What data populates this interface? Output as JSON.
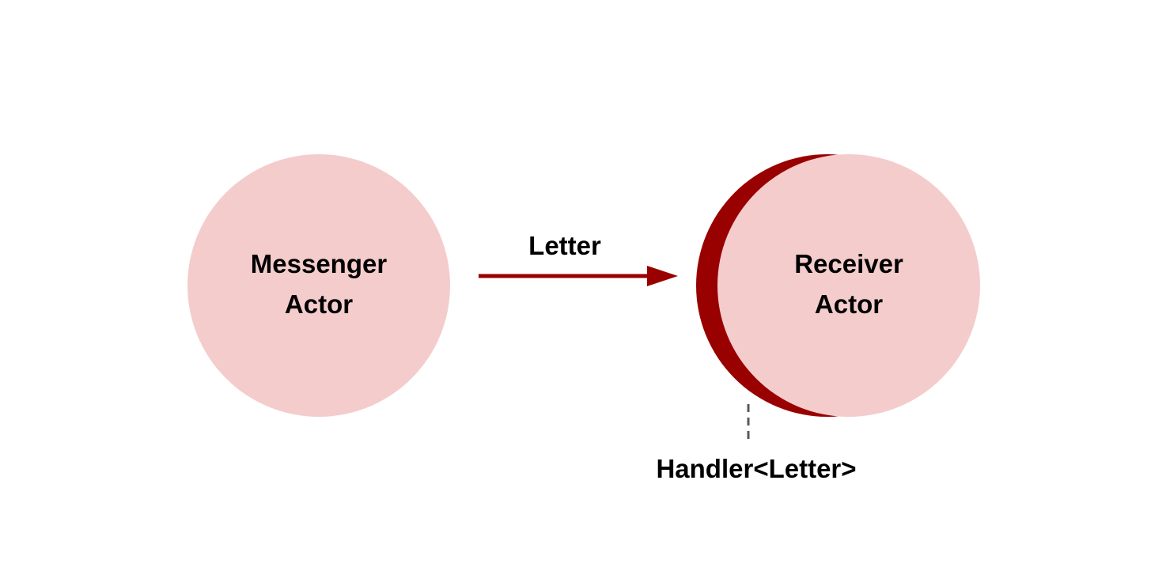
{
  "messenger": {
    "line1": "Messenger",
    "line2": "Actor"
  },
  "receiver": {
    "line1": "Receiver",
    "line2": "Actor"
  },
  "message": {
    "label": "Letter"
  },
  "handler": {
    "label": "Handler<Letter>"
  },
  "colors": {
    "actor_fill": "#f4cccc",
    "handler_shell": "#990000",
    "arrow": "#990000",
    "leader_line": "#595959",
    "text": "#000000"
  }
}
